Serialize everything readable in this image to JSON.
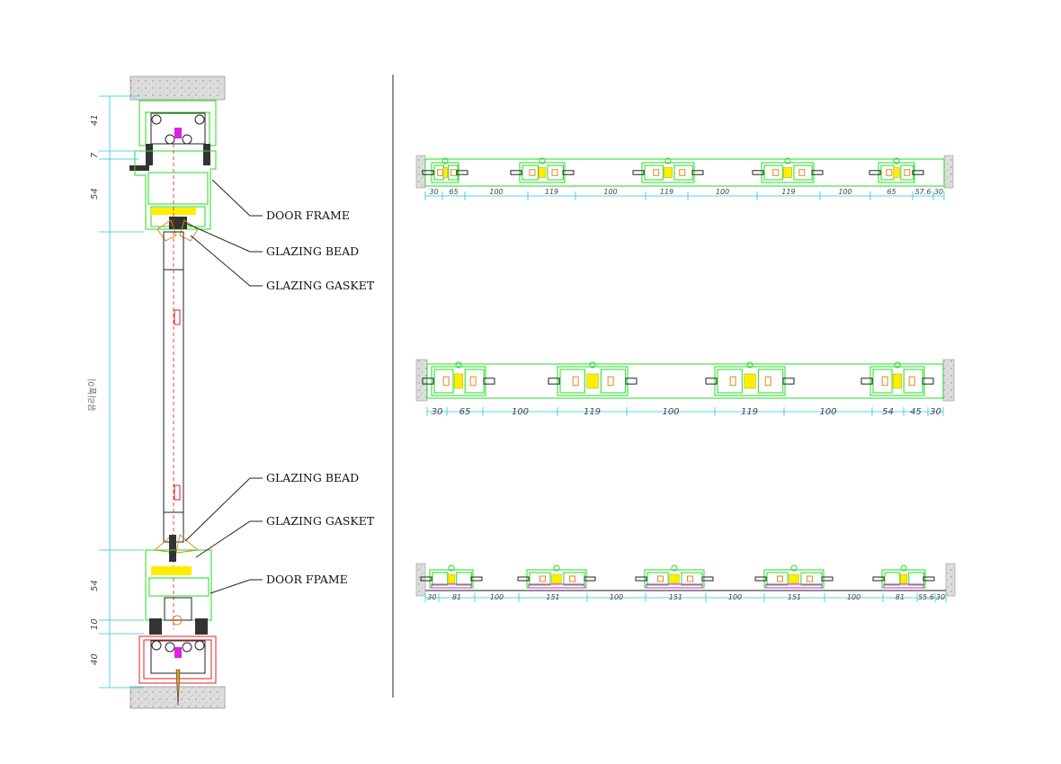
{
  "section_labels": {
    "upper_frame": "DOOR FRAME",
    "upper_bead": "GLAZING BEAD",
    "upper_gasket": "GLAZING GASKET",
    "lower_bead": "GLAZING BEAD",
    "lower_gasket": "GLAZING GASKET",
    "lower_frame": "DOOR FPAME"
  },
  "vertical_dims": {
    "top": "41",
    "gap_top": "7",
    "rail_top": "54",
    "glass_height": "유리높이",
    "rail_bottom": "54",
    "gap_bottom": "10",
    "sill": "40"
  },
  "plan_1_dims": [
    "30",
    "65",
    "100",
    "119",
    "100",
    "119",
    "100",
    "119",
    "100",
    "65",
    "57.6",
    "30"
  ],
  "plan_2_dims": [
    "30",
    "65",
    "100",
    "119",
    "100",
    "119",
    "100",
    "54",
    "45",
    "30"
  ],
  "plan_3_dims": [
    "30",
    "81",
    "100",
    "151",
    "100",
    "151",
    "100",
    "151",
    "100",
    "81",
    "55.6",
    "30"
  ],
  "colors": {
    "frame": "#22dd22",
    "dimension": "#22c8e0",
    "gasket": "#ffee00",
    "seal": "#e020e0",
    "bead": "#e08a20",
    "concrete": "#cccccc"
  }
}
